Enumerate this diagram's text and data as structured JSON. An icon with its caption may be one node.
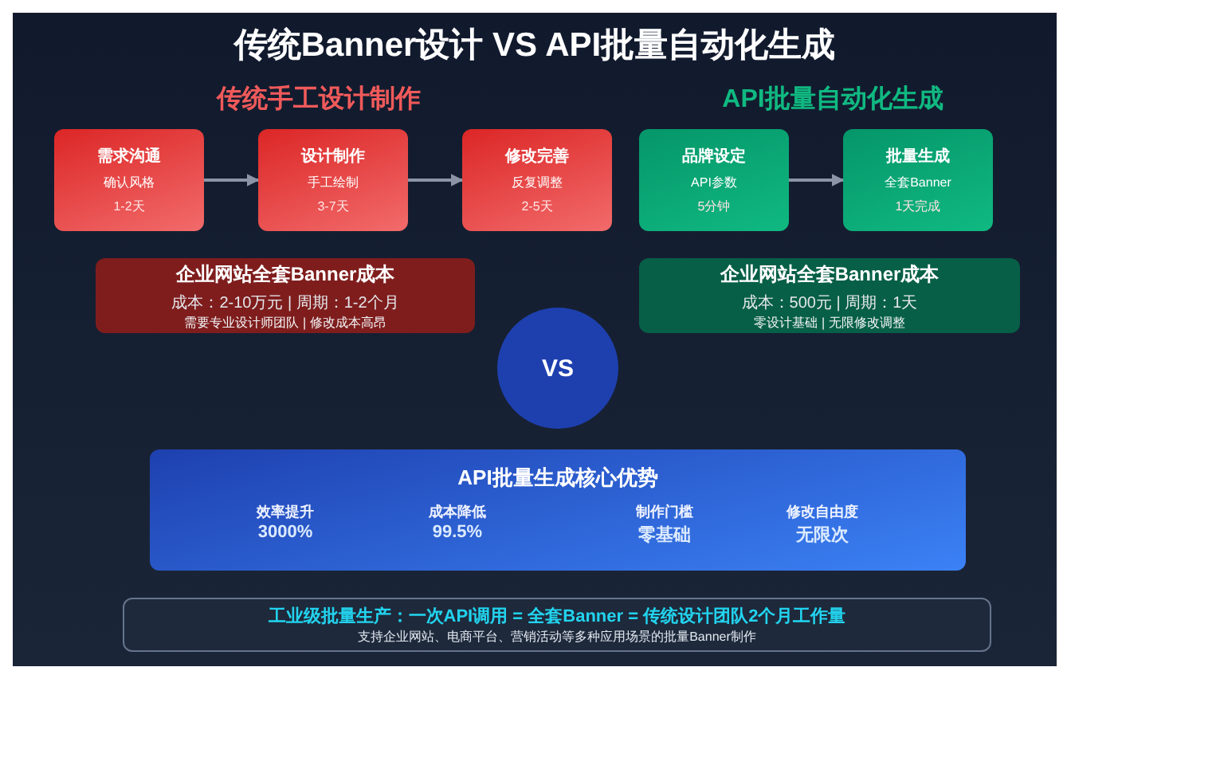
{
  "diagram": {
    "title": "传统Banner设计 VS API批量自动化生成",
    "nodes": [
      {
        "text": [
          "需求沟通",
          "确认风格",
          "1-2天"
        ]
      },
      {
        "text": [
          "设计制作",
          "手工绘制",
          "3-7天"
        ]
      },
      {
        "text": [
          "修改完善",
          "反复调整",
          "2-5天"
        ]
      },
      {
        "text": [
          "品牌设定",
          "API参数",
          "5分钟"
        ]
      },
      {
        "text": [
          "批量生成",
          "全套Banner",
          "1天完成"
        ]
      },
      {
        "text": [
          "企业网站全套Banner成本",
          "成本：2-10万元 | 周期：1-2个月",
          "需要专业设计师团队 | 修改成本高昂"
        ]
      },
      {
        "text": [
          "企业网站全套Banner成本",
          "成本：500元 | 周期：1天",
          "零设计基础 | 无限修改调整"
        ]
      },
      {
        "text": [
          "VS"
        ]
      },
      {
        "text": [
          "API批量生成核心优势",
          "效率提升",
          "3000%",
          "成本降低",
          "99.5%",
          "制作门槛",
          "零基础",
          "修改自由度",
          "无限次"
        ]
      },
      {
        "text": [
          "工业级批量生产：一次API调用 = 全套Banner = 传统设计团队2个月工作量",
          "支持企业网站、电商平台、营销活动等多种应用场景的批量Banner制作"
        ]
      }
    ],
    "edges": [
      {
        "from": 0,
        "to": 1,
        "arrow": "to"
      },
      {
        "from": 1,
        "to": 2,
        "arrow": "to"
      },
      {
        "from": 3,
        "to": 4,
        "arrow": "to"
      }
    ],
    "labels": [
      "传统手工设计制作",
      "API批量自动化生成"
    ]
  }
}
